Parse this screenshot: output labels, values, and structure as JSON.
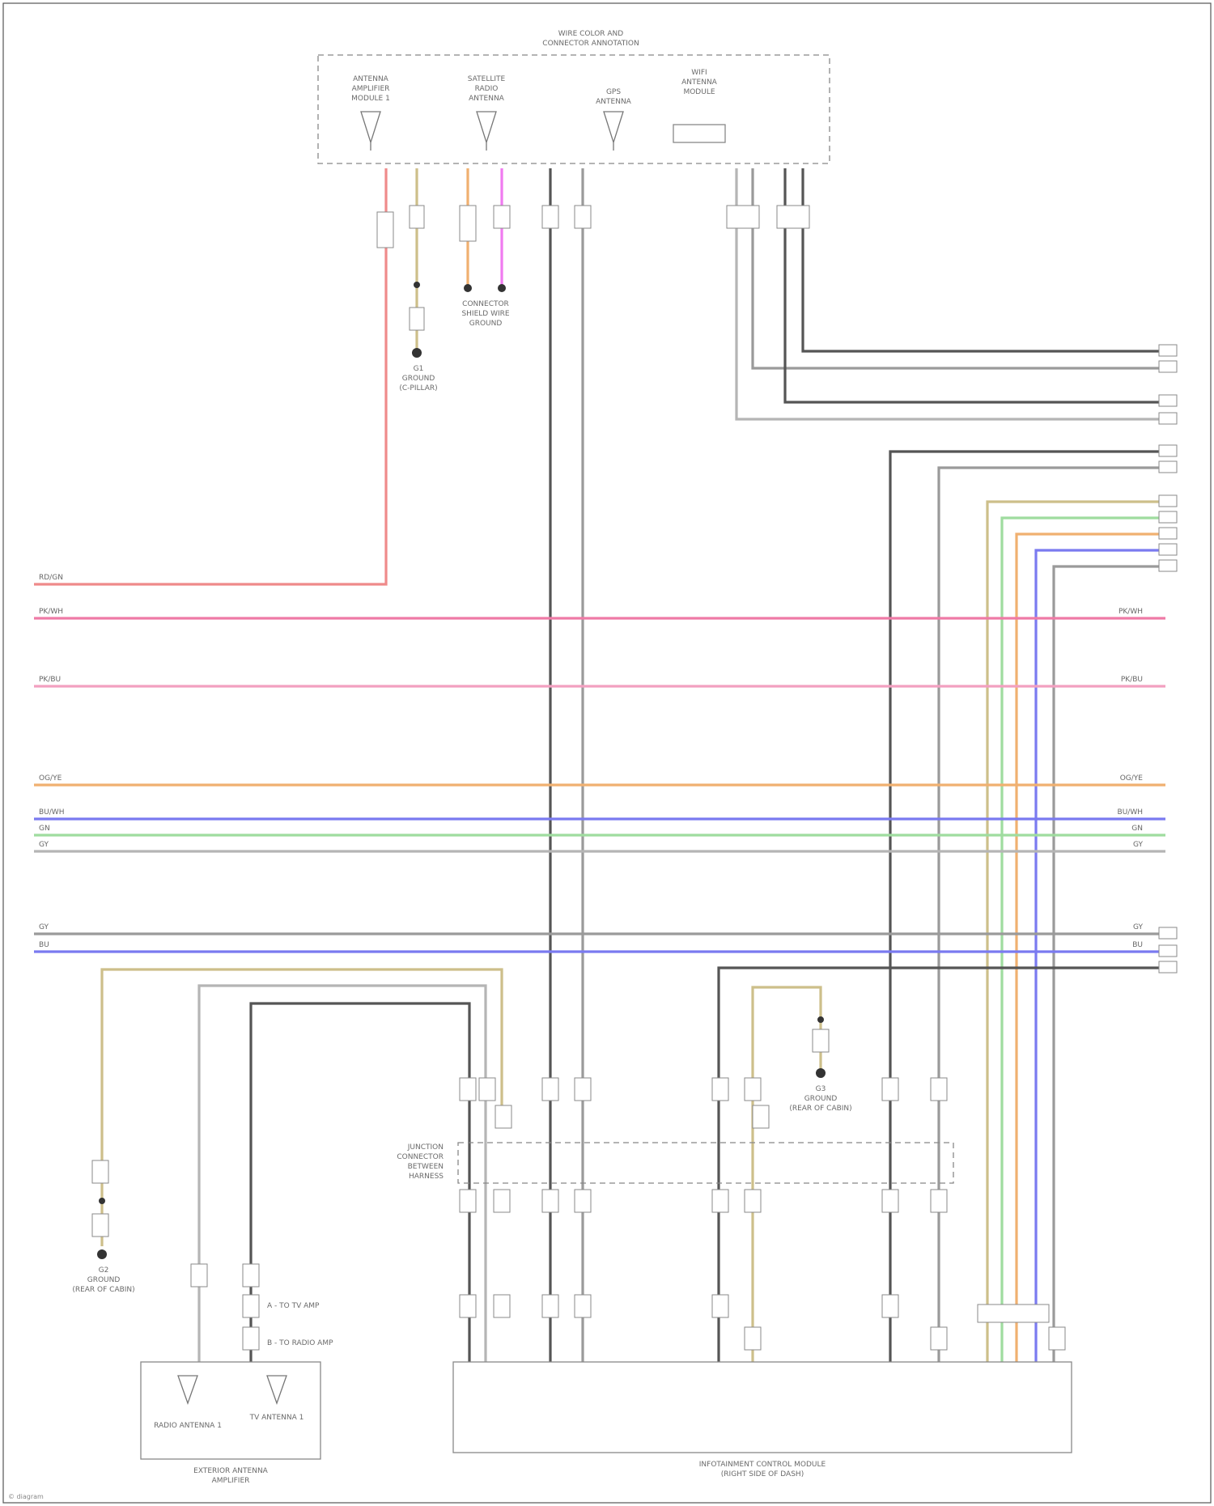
{
  "diagram": {
    "top_module": {
      "title_lines": [
        "WIRE COLOR AND",
        "CONNECTOR ANNOTATION"
      ],
      "sub_components": [
        {
          "label_lines": [
            "ANTENNA",
            "AMPLIFIER",
            "MODULE 1"
          ],
          "icon": "antenna-icon"
        },
        {
          "label_lines": [
            "SATELLITE",
            "RADIO",
            "ANTENNA"
          ],
          "icon": "antenna-icon"
        },
        {
          "label_lines": [
            "GPS",
            "ANTENNA"
          ],
          "icon": "antenna-icon"
        },
        {
          "label_lines": [
            "WIFI",
            "ANTENNA",
            "MODULE"
          ],
          "icon": "module-icon"
        }
      ]
    },
    "junction_connector": {
      "label_lines": [
        "JUNCTION",
        "CONNECTOR",
        "BETWEEN",
        "HARNESS"
      ]
    },
    "bottom_left_module": {
      "labels": [
        "RADIO ANTENNA 1",
        "TV ANTENNA 1"
      ],
      "caption_lines": [
        "EXTERIOR ANTENNA",
        "AMPLIFIER"
      ]
    },
    "bottom_right_module": {
      "caption_lines": [
        "INFOTAINMENT CONTROL MODULE",
        "(RIGHT SIDE OF DASH)"
      ]
    },
    "ground_labels": [
      {
        "lines": [
          "G1",
          "GROUND",
          "(C-PILLAR)"
        ]
      },
      {
        "lines": [
          "CONNECTOR",
          "SHIELD WIRE",
          "GROUND"
        ]
      },
      {
        "lines": [
          "G2",
          "GROUND",
          "(REAR OF CABIN)"
        ]
      },
      {
        "lines": [
          "G3",
          "GROUND",
          "(REAR OF CABIN)"
        ]
      }
    ],
    "wire_codes": {
      "red_top": "RD/GN",
      "pink": "PK/WH",
      "pink_light": "PK/BU",
      "orange": "OG/YE",
      "blue": "BU/WH",
      "green": "GN",
      "gray": "GY",
      "gray2": "GY",
      "blue2": "BU"
    },
    "small_notes": [
      "A - TO TV AMP",
      "B - TO RADIO AMP"
    ],
    "footer": "© diagram"
  }
}
